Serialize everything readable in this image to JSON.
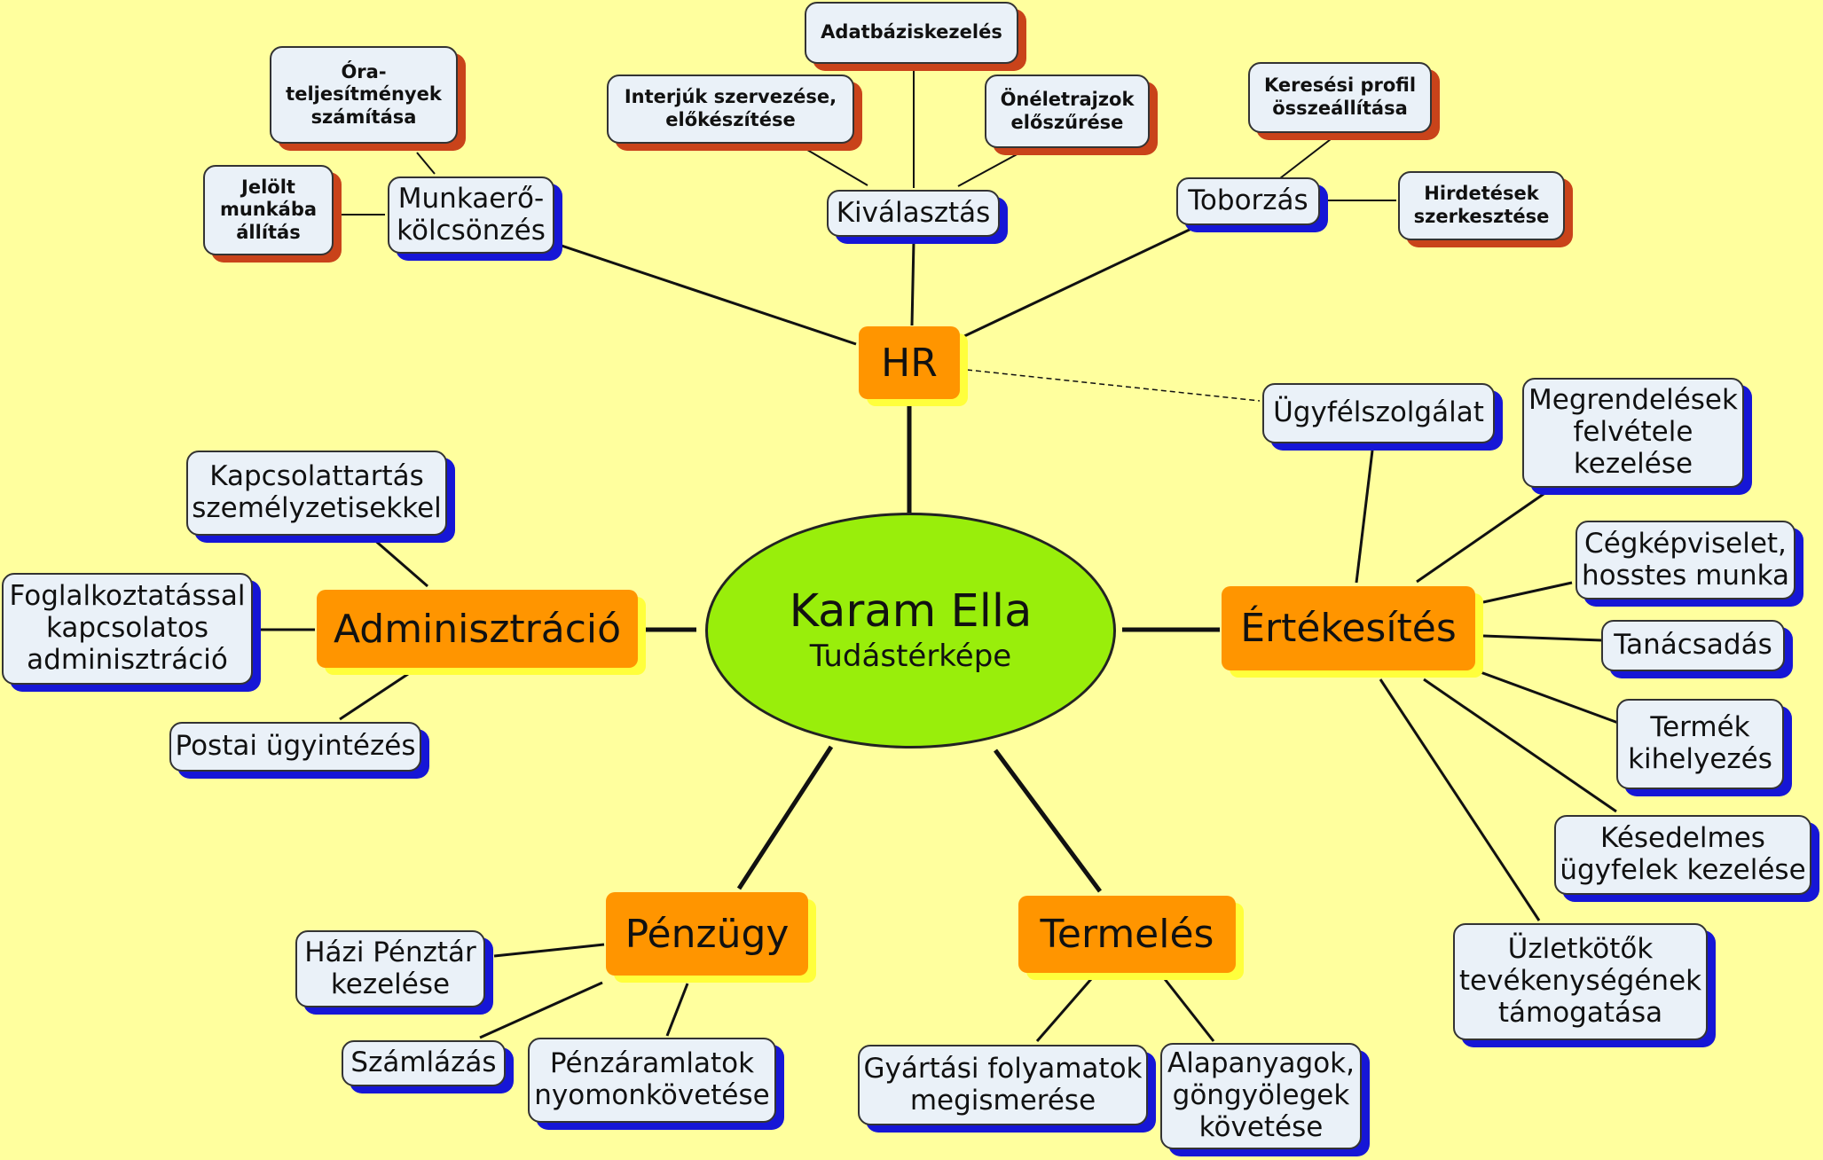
{
  "center": {
    "title": "Karam Ella",
    "subtitle": "Tudástérképe"
  },
  "main": {
    "hr": "HR",
    "admin": "Adminisztráció",
    "sales": "Értékesítés",
    "finance": "Pénzügy",
    "production": "Termelés"
  },
  "hr": {
    "munkaero": "Munkaerő-\nkölcsönzés",
    "kivalasztas": "Kiválasztás",
    "toborzas": "Toborzás",
    "oratelj": "Óra-\nteljesítmények\nszámítása",
    "jelolt": "Jelölt\nmunkába\nállítás",
    "adatbazis": "Adatbáziskezelés",
    "interjuk": "Interjúk szervezése,\nelőkészítése",
    "oneletrajz": "Önéletrajzok\nelőszűrése",
    "keresesi": "Keresési profil\nösszeállítása",
    "hirdetesek": "Hirdetések\nszerkesztése"
  },
  "admin": {
    "kapcsolattartas": "Kapcsolattartás\nszemélyzetisekkel",
    "foglalkoztatas": "Foglalkoztatással\nkapcsolatos\nadminisztráció",
    "postai": "Postai ügyintézés"
  },
  "sales": {
    "ugyfelszolgalat": "Ügyfélszolgálat",
    "megrendelesek": "Megrendelések\nfelvétele\nkezelése",
    "cegkep": "Cégképviselet,\nhosstes munka",
    "tanacsadas": "Tanácsadás",
    "termek": "Termék\nkihelyezés",
    "kesedelmes": "Késedelmes\nügyfelek kezelése",
    "uzletkotok": "Üzletkötők\ntevékenységének\ntámogatása"
  },
  "finance": {
    "hazi": "Házi Pénztár\nkezelése",
    "szamlazas": "Számlázás",
    "penzaramlatok": "Pénzáramlatok\nnyomonkövetése"
  },
  "production": {
    "gyartasi": "Gyártási folyamatok\nmegismerése",
    "alapanyagok": "Alapanyagok,\ngöngyölegek\nkövetése"
  }
}
